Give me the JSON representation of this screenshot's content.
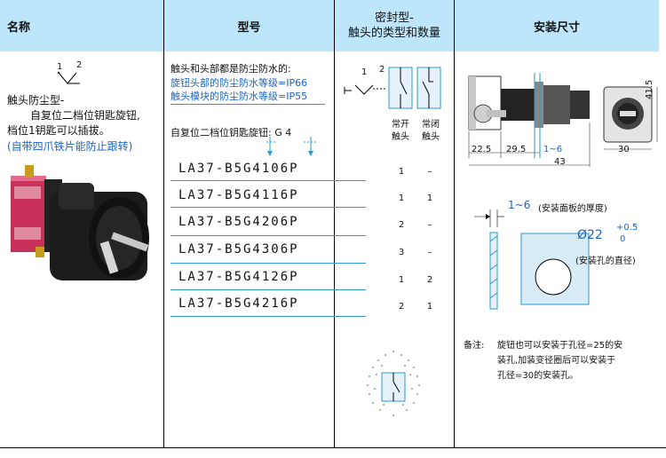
{
  "header": {
    "name": "名称",
    "model": "型号",
    "sealed_line1": "密封型-",
    "sealed_line2": "触头的类型和数量",
    "dims": "安装尺寸"
  },
  "left": {
    "diagram_labels": [
      "1",
      "2"
    ],
    "title": "触头防尘型-",
    "desc1": "自复位二档位钥匙旋钮,",
    "desc2": "档位1钥匙可以插拔。",
    "desc3": "(自带四爪铁片能防止跟转)"
  },
  "model_col": {
    "line1": "触头和头部都是防尘防水的:",
    "line2": "旋钮头部的防尘防水等级=IP66",
    "line3": "触头模块的防尘防水等级=IP55",
    "self_reset": "自复位二档位钥匙旋钮: G 4",
    "models": [
      "LA37-B5G4106P",
      "LA37-B5G4116P",
      "LA37-B5G4206P",
      "LA37-B5G4306P",
      "LA37-B5G4126P",
      "LA37-B5G4216P"
    ]
  },
  "contacts": {
    "diagram_labels": [
      "1",
      "2"
    ],
    "no_label": [
      "常开",
      "触头"
    ],
    "nc_label": [
      "常闭",
      "触头"
    ],
    "counts": [
      [
        "1",
        "–"
      ],
      [
        "1",
        "1"
      ],
      [
        "2",
        "–"
      ],
      [
        "3",
        "–"
      ],
      [
        "1",
        "2"
      ],
      [
        "2",
        "1"
      ]
    ]
  },
  "dims": {
    "d225": "22.5",
    "d295": "29.5",
    "d16": "1~6",
    "d43": "43",
    "d30": "30",
    "d415": "41.5",
    "panel_range": "1~6",
    "panel_note": "(安装面板的厚度)",
    "hole_dia": "Ø22",
    "tol_plus": "+0.5",
    "tol_zero": "0",
    "hole_note": "(安装孔的直径)",
    "note_label": "备注:",
    "note1": "旋钮也可以安装于孔径=25的安",
    "note2": "装孔,加装变径圈后可以安装于",
    "note3": "孔径=30的安装孔。"
  }
}
